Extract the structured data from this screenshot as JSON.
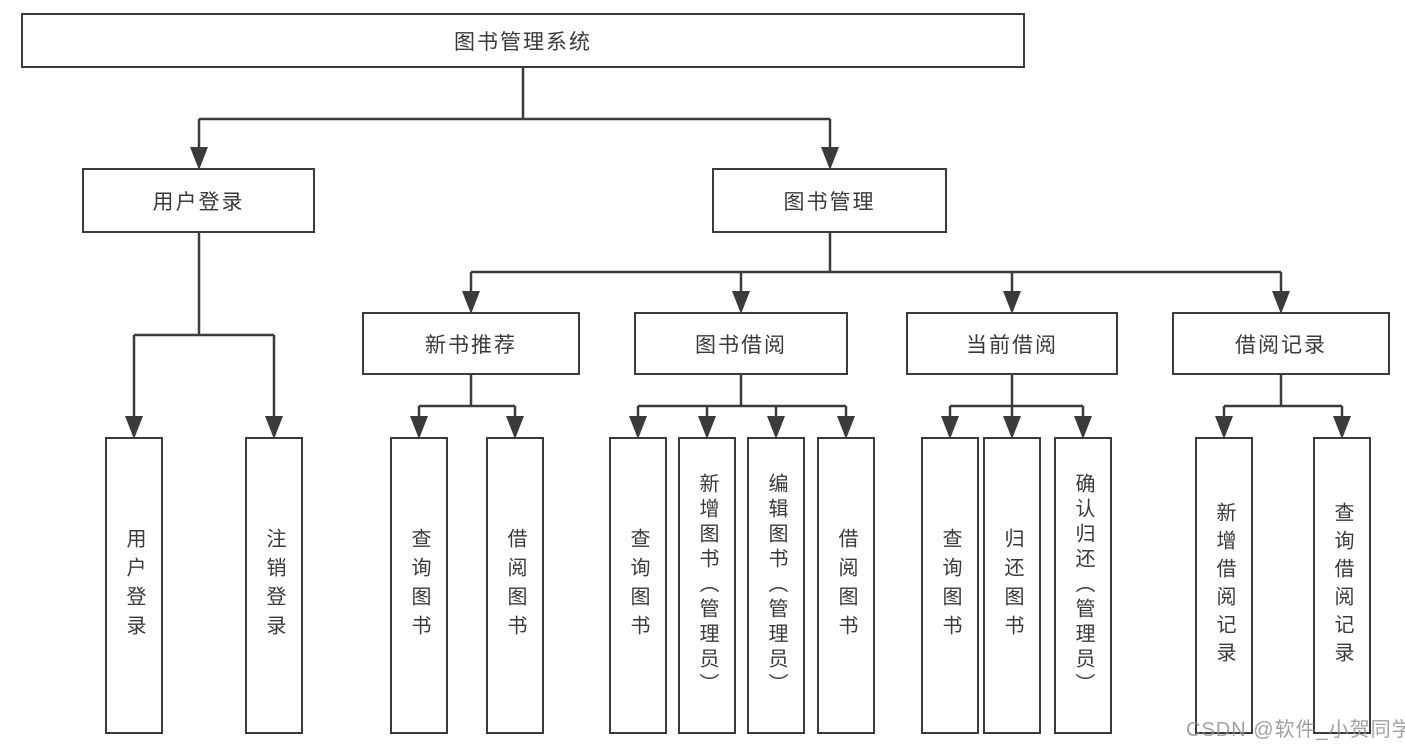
{
  "nodes": {
    "root": "图书管理系统",
    "user_login": "用户登录",
    "book_mgmt": "图书管理",
    "new_book_rec": "新书推荐",
    "book_borrow": "图书借阅",
    "current_borrow": "当前借阅",
    "borrow_record": "借阅记录",
    "leaf_user_login": "用户登录",
    "leaf_logout": "注销登录",
    "leaf_rec_query": "查询图书",
    "leaf_rec_borrow": "借阅图书",
    "leaf_borrow_query": "查询图书",
    "leaf_borrow_add": "新增图书（管理员）",
    "leaf_borrow_edit": "编辑图书（管理员）",
    "leaf_borrow_lend": "借阅图书",
    "leaf_current_query": "查询图书",
    "leaf_current_return": "归还图书",
    "leaf_current_confirm": "确认归还（管理员）",
    "leaf_record_add": "新增借阅记录",
    "leaf_record_query": "查询借阅记录"
  },
  "watermark": "CSDN @软件_小贺同学",
  "colors": {
    "line": "#3b3b3b",
    "text": "#3a3a3a",
    "watermark": "#919191",
    "background": "#ffffff"
  }
}
